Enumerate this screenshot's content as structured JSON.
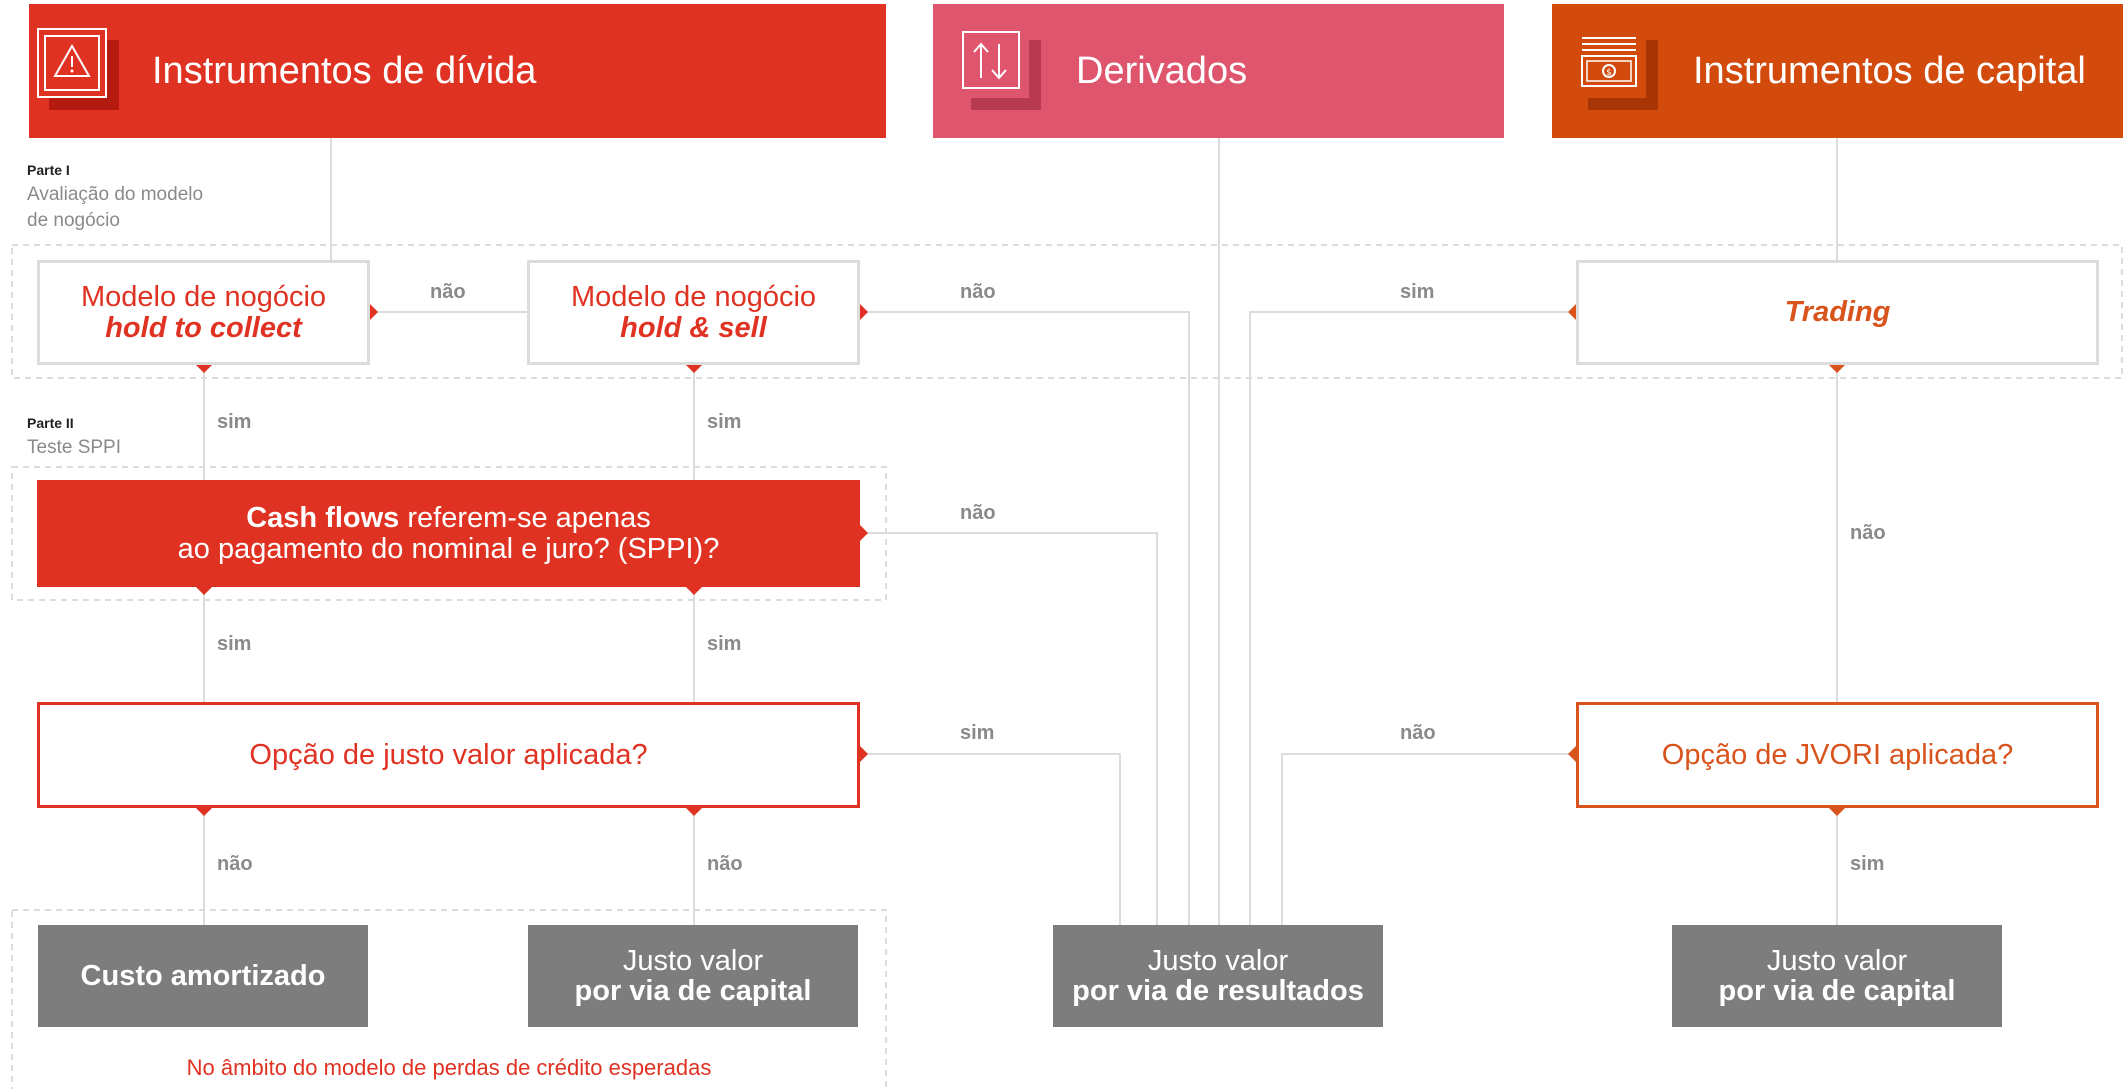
{
  "headers": {
    "debt": {
      "title": "Instrumentos de dívida",
      "icon": "warning-triangle-icon",
      "color": "#e03222",
      "shadow": "#b51a10"
    },
    "derivatives": {
      "title": "Derivados",
      "icon": "arrows-up-down-icon",
      "color": "#de556d",
      "shadow": "#b83a50"
    },
    "equity": {
      "title": "Instrumentos de capital",
      "icon": "banknote-stack-icon",
      "color": "#d24a0c",
      "shadow": "#a93507"
    }
  },
  "parts": {
    "part1": {
      "tag": "Parte I",
      "line1": "Avaliação do modelo",
      "line2": "de nogócio"
    },
    "part2": {
      "tag": "Parte II",
      "line1": "Teste SPPI"
    }
  },
  "boxes": {
    "htc": {
      "line1": "Modelo de nogócio",
      "line2": "hold to collect"
    },
    "hs": {
      "line1": "Modelo de nogócio",
      "line2": "hold & sell"
    },
    "trading": {
      "text": "Trading"
    },
    "sppi": {
      "bold": "Cash flows",
      "line1_rest": " referem-se apenas",
      "line2": "ao pagamento do nominal e juro? (SPPI)?"
    },
    "fvo": {
      "text": "Opção de justo valor aplicada?"
    },
    "jvori": {
      "text": "Opção de JVORI aplicada?"
    }
  },
  "outcomes": {
    "amortised": {
      "text": "Custo amortizado"
    },
    "fvoci_debt": {
      "line1": "Justo valor",
      "line2": "por via de capital"
    },
    "fvtpl": {
      "line1": "Justo valor",
      "line2": "por via de resultados"
    },
    "fvoci_equity": {
      "line1": "Justo valor",
      "line2": "por via de capital"
    }
  },
  "labels": {
    "yes": "sim",
    "no": "não"
  },
  "footnote": "No âmbito do modelo de perdas de crédito esperadas",
  "colors": {
    "red": "#e03222",
    "orange": "#d9541c",
    "grey_box": "#7d7d7d",
    "line": "#dcdcdc",
    "label": "#8a8a8a"
  }
}
